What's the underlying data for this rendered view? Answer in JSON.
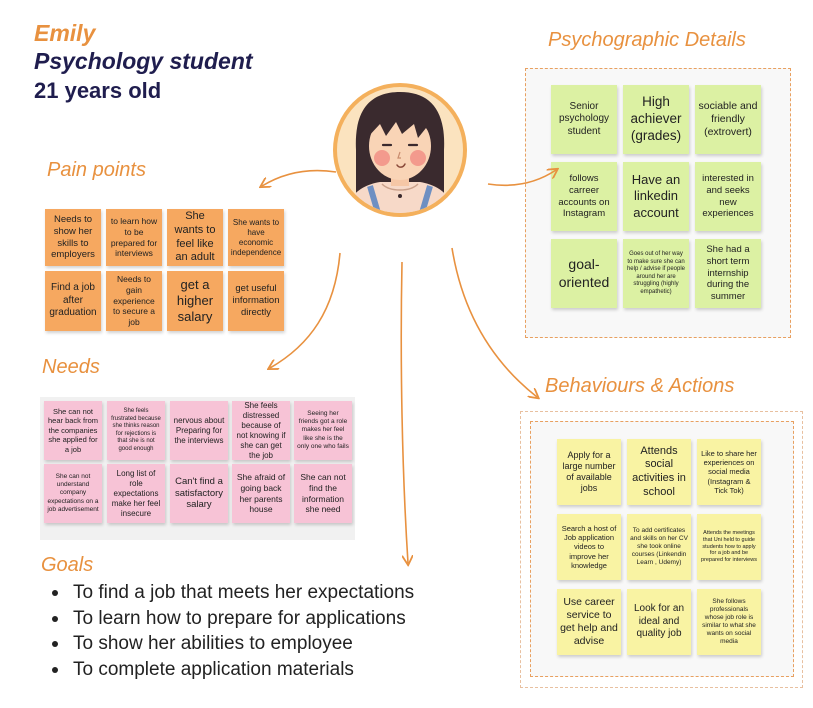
{
  "persona": {
    "name": "Emily",
    "role": "Psychology student",
    "age": "21 years old"
  },
  "sections": {
    "pain_points": "Pain points",
    "needs": "Needs",
    "goals": "Goals",
    "psychographic": "Psychographic Details",
    "behaviours": "Behaviours & Actions"
  },
  "pain_notes": [
    "Needs to show her skills to employers",
    "to learn how to be prepared for interviews",
    "She wants to feel like an adult",
    "She wants to have economic independence",
    "Find a job after graduation",
    "Needs to gain experience to secure a job",
    "get a higher salary",
    "get useful information directly"
  ],
  "needs_notes": [
    "She can not hear back from the companies she applied for a job",
    "She feels frustrated because she thinks reason for rejections is that she is not good enough",
    "nervous about Preparing for the interviews",
    "She feels distressed because of not knowing if she can get the job",
    "Seeing her friends got a role makes her feel like she is the only one who fails",
    "She can not understand company expectations on a job advertisement",
    "Long list of role expectations make her feel insecure",
    "Can't find a satisfactory salary",
    "She afraid of going back her parents house",
    "She can not find the information she need"
  ],
  "psychographic_notes": [
    "Senior psychology student",
    "High achiever (grades)",
    "sociable and friendly (extrovert)",
    "follows carreer accounts on Instagram",
    "Have an linkedin account",
    "interested in and seeks new experiences",
    "goal-oriented",
    "Goes out of her way to make sure she can help / advise if people around her are struggling (highly empathetic)",
    "She had a short term internship during the summer"
  ],
  "behaviour_notes": [
    "Apply for a large number of available jobs",
    "Attends social activities in school",
    "Like to share her experiences on social media (Instagram & Tick Tok)",
    "Search a host of Job application videos to improve her knowledge",
    "To add certificates and skills on her CV she took online courses (Linkendin Learn , Udemy)",
    "Attends the meetings that Uni held to guide students how to apply for a job and be prepared for interviews",
    "Use career service to get help and advise",
    "Look for an ideal and quality job",
    "She follows professionals whose job role is similar to what she wants on social media"
  ],
  "goals": [
    "To find a job that meets her expectations",
    "To learn how to prepare for applications",
    "To show her abilities to employee",
    "To complete application materials"
  ],
  "colors": {
    "accent": "#e8913f",
    "title_dark": "#1f1d4e",
    "pain_note": "#f6a860",
    "needs_note": "#f7c3d6",
    "psychographic_note": "#dcf1a3",
    "behaviour_note": "#f9f3a3"
  }
}
